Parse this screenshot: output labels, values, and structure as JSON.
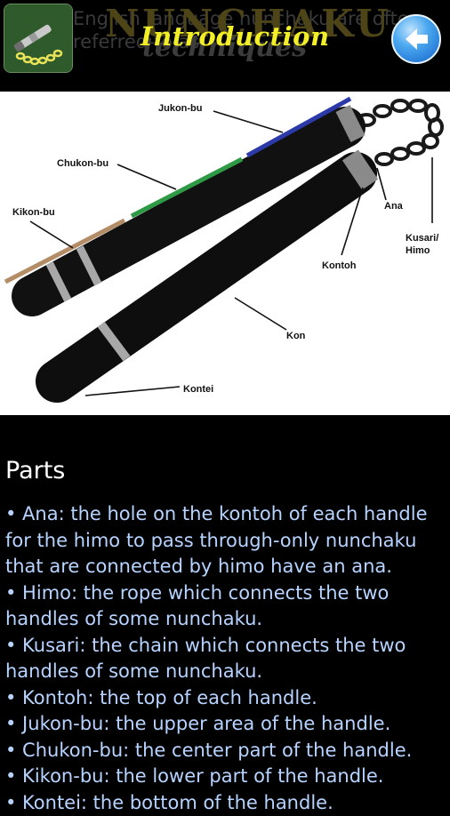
{
  "header": {
    "title": "Introduction",
    "brand": "NUNCHAKU",
    "ghost_text": "English language nunchaku are often referred to as",
    "ghost_subtitle": "techniques",
    "back_icon": "back-arrow-icon"
  },
  "diagram": {
    "labels": {
      "jukon": "Jukon-bu",
      "chukon": "Chukon-bu",
      "kikon": "Kikon-bu",
      "ana": "Ana",
      "kusari": "Kusari/",
      "himo": "Himo",
      "kontoh": "Kontoh",
      "kon": "Kon",
      "kontei": "Kontei"
    },
    "colors": {
      "jukon": "#2b3aa8",
      "chukon": "#2f9a45",
      "kikon": "#b48d67"
    }
  },
  "content": {
    "section_title": "Parts",
    "parts": [
      "• Ana: the hole on the kontoh of each handle for the himo to pass through-only nunchaku that are connected by himo have an ana.",
      "• Himo: the rope which connects the two handles of some nunchaku.",
      "• Kusari: the chain which connects the two handles of some nunchaku.",
      "• Kontoh: the top of each handle.",
      "• Jukon-bu: the upper area of the handle.",
      "• Chukon-bu: the center part of the handle.",
      "• Kikon-bu: the lower part of the handle.",
      "• Kontei: the bottom of the handle."
    ]
  }
}
